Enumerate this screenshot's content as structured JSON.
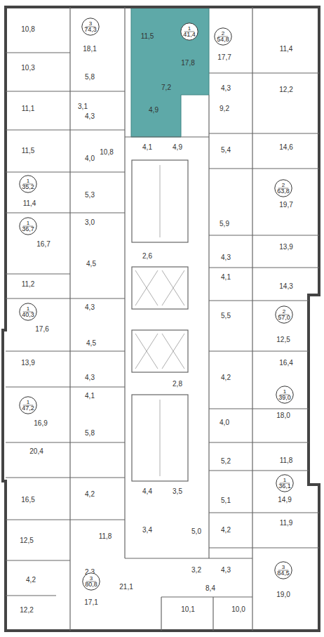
{
  "diagram": {
    "nodes": [
      {
        "text": [
          "3",
          "74,3"
        ]
      },
      {
        "text": [
          "1",
          "41,4"
        ]
      },
      {
        "text": [
          "2",
          "54,8"
        ]
      },
      {
        "text": [
          "1",
          "35,2"
        ]
      },
      {
        "text": [
          "2",
          "63,8"
        ]
      },
      {
        "text": [
          "1",
          "36,7"
        ]
      },
      {
        "text": [
          "1",
          "40,3"
        ]
      },
      {
        "text": [
          "2",
          "57,0"
        ]
      },
      {
        "text": [
          "1",
          "39,0"
        ]
      },
      {
        "text": [
          "1",
          "47,2"
        ]
      },
      {
        "text": [
          "1",
          "36,1"
        ]
      },
      {
        "text": [
          "3",
          "84,5"
        ]
      },
      {
        "text": [
          "3",
          "80,8"
        ]
      }
    ],
    "labels": [
      "10,8",
      "18,1",
      "11,5",
      "17,8",
      "17,7",
      "11,4",
      "10,3",
      "5,8",
      "7,2",
      "4,3",
      "12,2",
      "3,1",
      "4,9",
      "9,2",
      "11,1",
      "4,3",
      "10,8",
      "4,1",
      "4,9",
      "5,4",
      "14,6",
      "11,5",
      "4,0",
      "5,3",
      "19,7",
      "11,4",
      "3,0",
      "5,9",
      "16,7",
      "13,9",
      "2,6",
      "4,3",
      "4,5",
      "4,1",
      "11,2",
      "14,3",
      "4,3",
      "5,5",
      "17,6",
      "12,5",
      "4,5",
      "13,9",
      "16,4",
      "4,3",
      "4,2",
      "2,8",
      "4,1",
      "18,0",
      "16,9",
      "4,0",
      "5,8",
      "20,4",
      "5,2",
      "11,8",
      "4,4",
      "3,5",
      "4,2",
      "14,9",
      "16,5",
      "5,1",
      "11,9",
      "3,4",
      "5,0",
      "4,2",
      "11,8",
      "12,5",
      "2,3",
      "4,2",
      "3,2",
      "4,3",
      "21,1",
      "8,4",
      "19,0",
      "17,1",
      "10,1",
      "10,0",
      "12,2"
    ]
  }
}
